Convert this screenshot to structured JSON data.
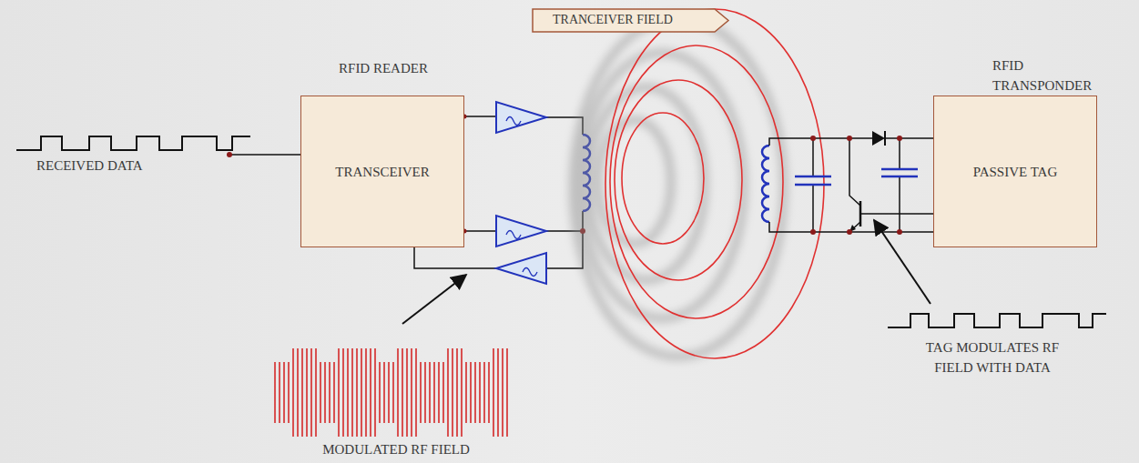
{
  "diagram": {
    "nodes": [
      {
        "text": [
          "RFID READER",
          "TRANSCEIVER"
        ]
      },
      {
        "text": [
          "TRANCEIVER FIELD"
        ]
      },
      {
        "text": [
          "PASSIVE TAG"
        ]
      }
    ],
    "labels": [
      "RECEIVED DATA",
      "RFID TRANSPONDER",
      "TAG MODULATES RF FIELD WITH DATA",
      "MODULATED RF FIELD"
    ]
  }
}
